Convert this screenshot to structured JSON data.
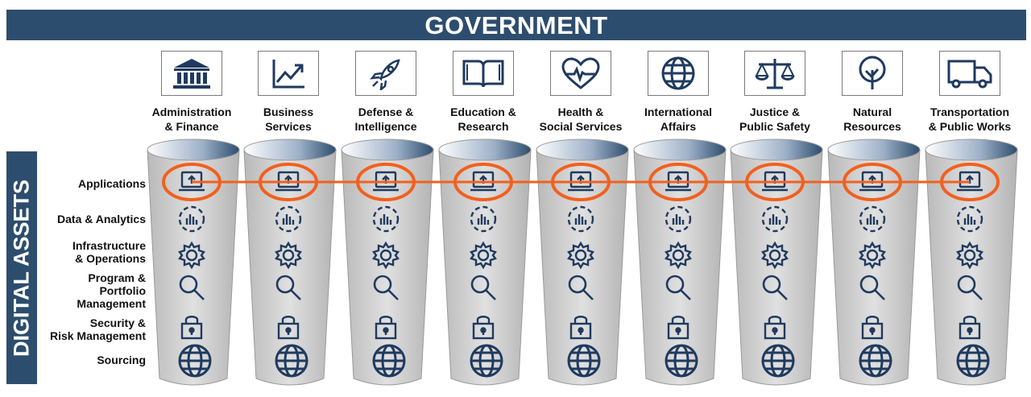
{
  "header": {
    "title": "GOVERNMENT"
  },
  "sidebar": {
    "title": "DIGITAL ASSETS"
  },
  "colors": {
    "navy": "#2d4d6e",
    "icon": "#1f3a5f",
    "highlight": "#f2601e",
    "cylinder": "#cfcfcf"
  },
  "sectors": [
    {
      "label": "Administration\n& Finance",
      "icon": "bank-icon"
    },
    {
      "label": "Business\nServices",
      "icon": "growth-chart-icon"
    },
    {
      "label": "Defense &\nIntelligence",
      "icon": "rocket-icon"
    },
    {
      "label": "Education &\nResearch",
      "icon": "book-icon"
    },
    {
      "label": "Health &\nSocial Services",
      "icon": "heart-pulse-icon"
    },
    {
      "label": "International\nAffairs",
      "icon": "globe-icon"
    },
    {
      "label": "Justice &\nPublic Safety",
      "icon": "scales-icon"
    },
    {
      "label": "Natural\nResources",
      "icon": "tree-icon"
    },
    {
      "label": "Transportation\n& Public Works",
      "icon": "truck-icon"
    }
  ],
  "assets": [
    {
      "label": "Applications",
      "icon": "laptop-upload-icon",
      "highlighted": true
    },
    {
      "label": "Data & Analytics",
      "icon": "analytics-icon",
      "highlighted": false
    },
    {
      "label": "Infrastructure\n& Operations",
      "icon": "gear-icon",
      "highlighted": false
    },
    {
      "label": "Program &\nPortfolio\nManagement",
      "icon": "magnifier-icon",
      "highlighted": false
    },
    {
      "label": "Security &\nRisk Management",
      "icon": "padlock-icon",
      "highlighted": false
    },
    {
      "label": "Sourcing",
      "icon": "globe-icon",
      "highlighted": false
    }
  ]
}
